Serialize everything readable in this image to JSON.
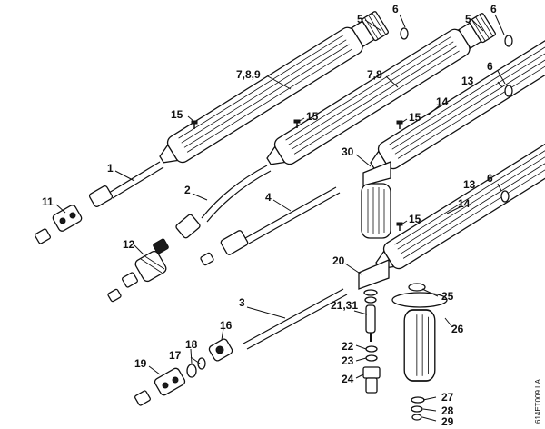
{
  "diagram": {
    "code": "614ET009 LA",
    "labels": {
      "l_1": "1",
      "l_2": "2",
      "l_3": "3",
      "l_4": "4",
      "l_5a": "5",
      "l_5b": "5",
      "l_6a": "6",
      "l_6b": "6",
      "l_6c": "6",
      "l_6d": "6",
      "l_789": "7,8,9",
      "l_78": "7,8",
      "l_11": "11",
      "l_12": "12",
      "l_13a": "13",
      "l_13b": "13",
      "l_14a": "14",
      "l_14b": "14",
      "l_15a": "15",
      "l_15b": "15",
      "l_15c": "15",
      "l_15d": "15",
      "l_16": "16",
      "l_17": "17",
      "l_18": "18",
      "l_19": "19",
      "l_20": "20",
      "l_2131": "21,31",
      "l_22": "22",
      "l_23": "23",
      "l_24": "24",
      "l_25": "25",
      "l_26": "26",
      "l_27": "27",
      "l_28": "28",
      "l_29": "29",
      "l_30": "30"
    }
  }
}
